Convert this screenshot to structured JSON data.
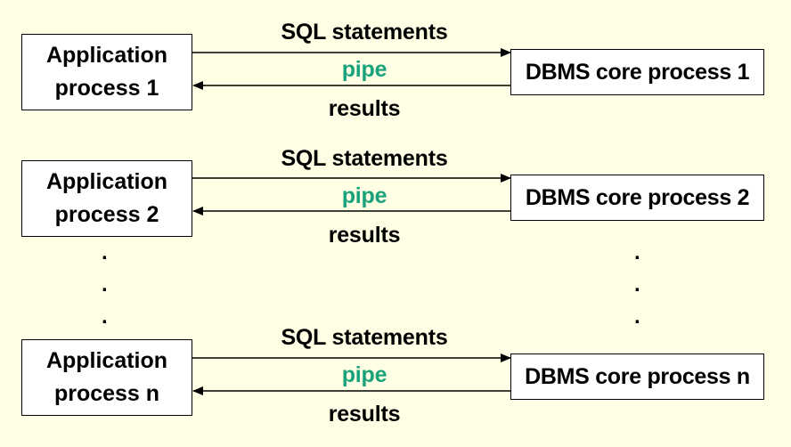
{
  "rows": [
    {
      "app_line1": "Application",
      "app_line2": "process 1",
      "dbms_label": "DBMS core process 1",
      "sql_label": "SQL statements",
      "pipe_label": "pipe",
      "results_label": "results"
    },
    {
      "app_line1": "Application",
      "app_line2": "process 2",
      "dbms_label": "DBMS core process 2",
      "sql_label": "SQL statements",
      "pipe_label": "pipe",
      "results_label": "results"
    },
    {
      "app_line1": "Application",
      "app_line2": "process n",
      "dbms_label": "DBMS core process n",
      "sql_label": "SQL statements",
      "pipe_label": "pipe",
      "results_label": "results"
    }
  ],
  "ellipsis_dot": ".",
  "colors": {
    "background": "#ffffe5",
    "pipe": "#1aa37a",
    "box_fill": "#ffffff",
    "line": "#000000"
  }
}
